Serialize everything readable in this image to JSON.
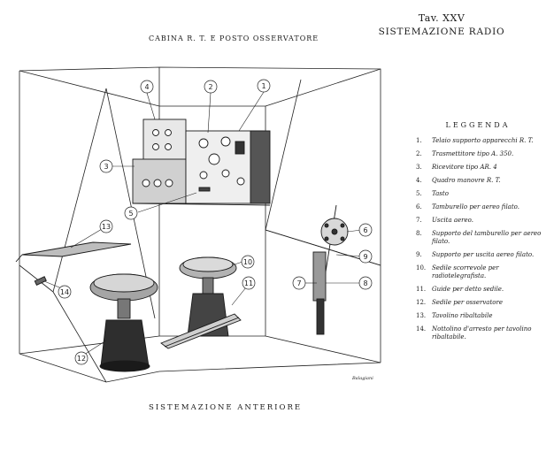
{
  "plate": {
    "number": "Tav. XXV",
    "title": "SISTEMAZIONE RADIO"
  },
  "drawing": {
    "top_title": "CABINA R. T. E POSTO OSSERVATORE",
    "bottom_title": "SISTEMAZIONE ANTERIORE",
    "signature": "Balagiani"
  },
  "legend": {
    "title": "LEGGENDA",
    "items": [
      {
        "num": "1.",
        "label": "Telaio supporto apparecchi R. T."
      },
      {
        "num": "2.",
        "label": "Trasmettitore tipo A. 350."
      },
      {
        "num": "3.",
        "label": "Ricevitore tipo AR. 4"
      },
      {
        "num": "4.",
        "label": "Quadro manovre R. T."
      },
      {
        "num": "5.",
        "label": "Tasto"
      },
      {
        "num": "6.",
        "label": "Tamburello per aereo filato."
      },
      {
        "num": "7.",
        "label": "Uscita aereo."
      },
      {
        "num": "8.",
        "label": "Supporto del tamburello per aereo filato."
      },
      {
        "num": "9.",
        "label": "Supporto per uscita aereo filato."
      },
      {
        "num": "10.",
        "label": "Sedile scorrevole per radiotelegrafista."
      },
      {
        "num": "11.",
        "label": "Guide per detto sedile."
      },
      {
        "num": "12.",
        "label": "Sedile per osservatore"
      },
      {
        "num": "13.",
        "label": "Tavolino ribaltabile"
      },
      {
        "num": "14.",
        "label": "Nottolino d'arresto per tavolino ribaltabile."
      }
    ]
  },
  "callouts": [
    "1",
    "2",
    "3",
    "4",
    "5",
    "6",
    "7",
    "8",
    "9",
    "10",
    "11",
    "12",
    "13",
    "14"
  ]
}
